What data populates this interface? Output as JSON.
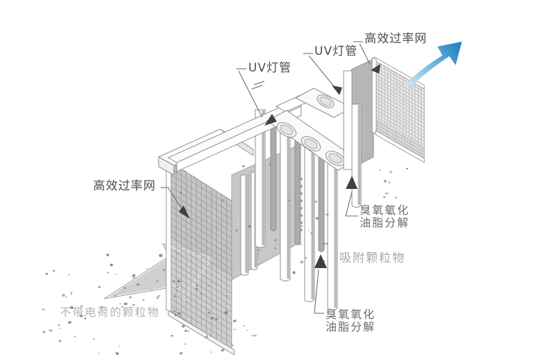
{
  "labels": {
    "filter_top": "高效过率网",
    "uv_right": "UV灯管",
    "uv_left": "UV灯管",
    "filter_left": "高效过率网",
    "ozone_right": {
      "line1": "臭氧氧化",
      "line2": "油脂分解"
    },
    "adsorb": "吸附颗粒物",
    "ozone_bottom": {
      "line1": "臭氧氧化",
      "line2": "油脂分解"
    },
    "particles_inlet": "不带电荷的颗粒物"
  },
  "icons": {
    "inlet_arrow": "airflow-inlet-arrow",
    "outlet_arrow": "airflow-outlet-arrow",
    "pointer_arrowheads": "leader-arrowhead"
  },
  "colors": {
    "label_dark": "#4d4d4d",
    "label_mid": "#6b6b6b",
    "label_adsorb": "#a7a7a7",
    "label_particles": "#b4b4b4",
    "leader_line": "#6e6e6e",
    "arrowhead": "#404040",
    "structure_outline": "#8f8f8f",
    "face_white": "#ffffff",
    "wall_gray": "#c8c8c8",
    "side_gray": "#b6b6b6",
    "tube_shade": "#b8b8b8",
    "mesh_left_fill": "#cfcfcf",
    "mesh_left_line": "#949494",
    "mesh_right_fill": "#e9e9e9",
    "mesh_right_line": "#a3a3a3",
    "inlet_arrow_fill": "#d0d0d0",
    "particle": "#7e7e7e",
    "blue_light": "#d6ecf9",
    "blue_deep": "#1d82c4"
  }
}
